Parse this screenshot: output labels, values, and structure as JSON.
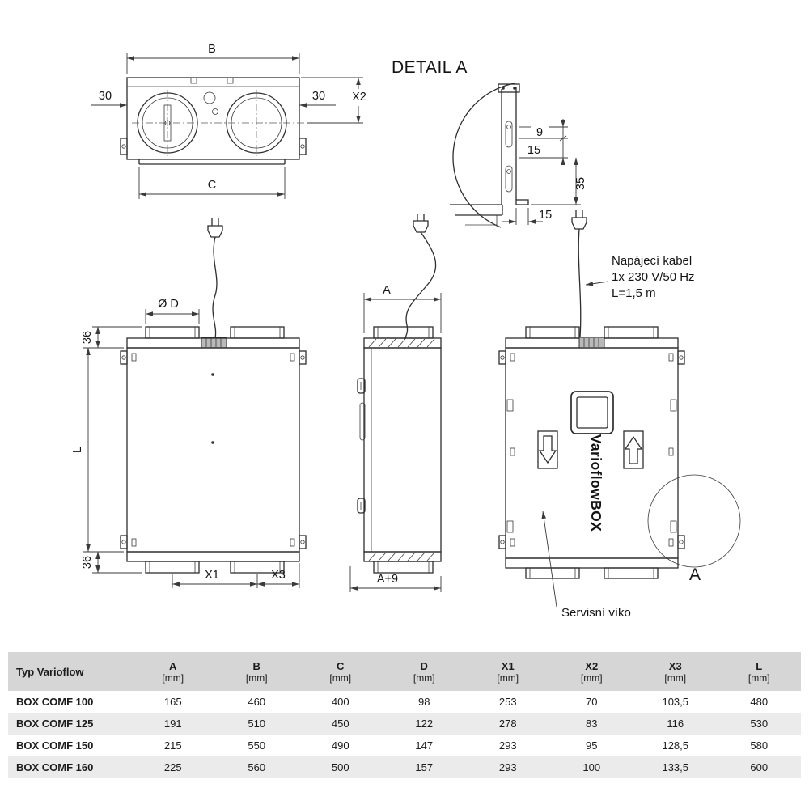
{
  "detail_a": {
    "title": "DETAIL A",
    "dim_9": "9",
    "dim_15_upper": "15",
    "dim_35": "35",
    "dim_15_lower": "15"
  },
  "top_view": {
    "dim_b": "B",
    "dim_30_left": "30",
    "dim_30_right": "30",
    "dim_x2": "X2",
    "dim_c": "C"
  },
  "front_view": {
    "dim_diameter_d": "Ø D",
    "dim_36_top": "36",
    "dim_l": "L",
    "dim_36_bottom": "36",
    "dim_x1": "X1",
    "dim_x3": "X3"
  },
  "side_view": {
    "dim_a": "A",
    "dim_a_plus_9": "A+9"
  },
  "main_view": {
    "brand": "VarioflowBOX",
    "cable_note": [
      "Napájecí kabel",
      "1x 230 V/50 Hz",
      "L=1,5 m"
    ],
    "detail_marker": "A",
    "service_cover_label": "Servisní víko"
  },
  "table": {
    "type_header": "Typ Varioflow",
    "unit_label": "[mm]",
    "columns": [
      "A",
      "B",
      "C",
      "D",
      "X1",
      "X2",
      "X3",
      "L"
    ],
    "rows": [
      {
        "type": "BOX COMF 100",
        "values": [
          "165",
          "460",
          "400",
          "98",
          "253",
          "70",
          "103,5",
          "480"
        ]
      },
      {
        "type": "BOX COMF 125",
        "values": [
          "191",
          "510",
          "450",
          "122",
          "278",
          "83",
          "116",
          "530"
        ]
      },
      {
        "type": "BOX COMF 150",
        "values": [
          "215",
          "550",
          "490",
          "147",
          "293",
          "95",
          "128,5",
          "580"
        ]
      },
      {
        "type": "BOX COMF 160",
        "values": [
          "225",
          "560",
          "500",
          "157",
          "293",
          "100",
          "133,5",
          "600"
        ]
      }
    ]
  }
}
